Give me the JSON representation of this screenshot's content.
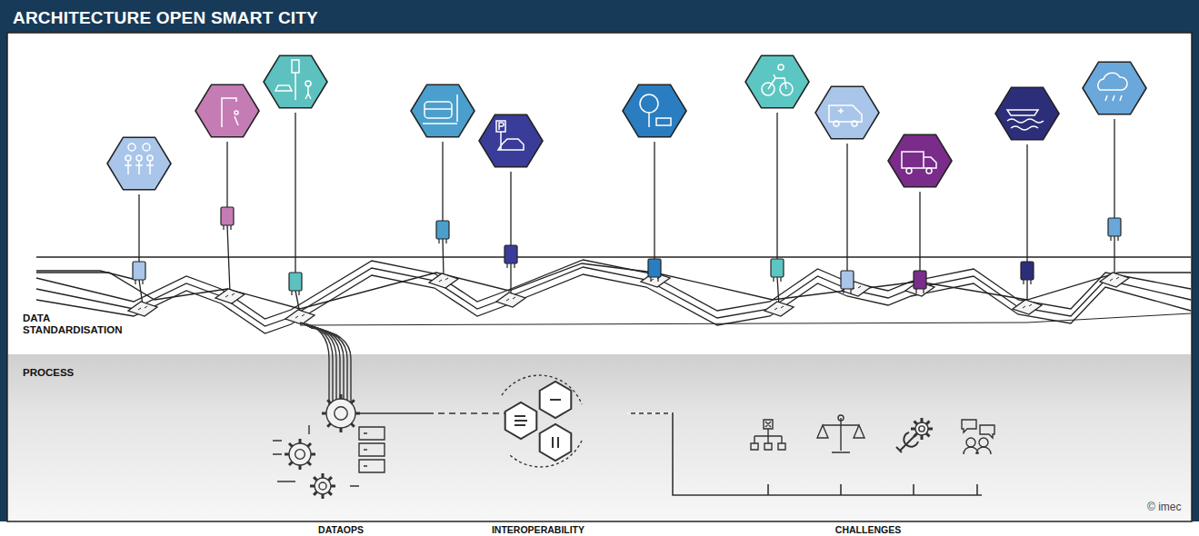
{
  "diagram": {
    "title": "ARCHITECTURE OPEN SMART CITY",
    "labels": [
      "DATA STANDARDISATION",
      "PROCESS",
      "DATAOPS",
      "INTEROPERABILITY",
      "CHALLENGES",
      "© imec"
    ]
  }
}
